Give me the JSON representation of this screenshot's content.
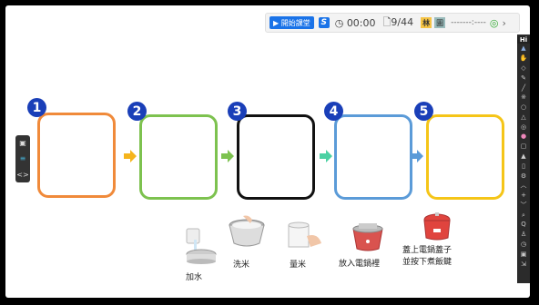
{
  "toolbar": {
    "start_label": "▶ 開始課堂",
    "s_icon": "S",
    "timer": "00:00",
    "page": "9/44",
    "badge1": "林",
    "badge2": "圖",
    "status": "-------:----",
    "wifi_icon": "wifi-icon",
    "chevron": "›"
  },
  "left_tools": [
    "folder-icon",
    "list-icon",
    "code-icon"
  ],
  "right_tools": {
    "top_label": "Hi",
    "items": [
      "pointer",
      "pen",
      "eraser",
      "highlighter",
      "brush",
      "shape",
      "crop",
      "magnify",
      "text",
      "lock",
      "trash",
      "settings",
      "up",
      "add",
      "down",
      "undo",
      "home",
      "user",
      "timer",
      "window",
      "exit"
    ]
  },
  "steps": [
    {
      "number": "1",
      "color": "#f08a3a"
    },
    {
      "number": "2",
      "color": "#7dc24f"
    },
    {
      "number": "3",
      "color": "#111111"
    },
    {
      "number": "4",
      "color": "#5b9bd8"
    },
    {
      "number": "5",
      "color": "#f5c518"
    }
  ],
  "arrows": [
    {
      "color": "#f5b41c"
    },
    {
      "color": "#7dc24f"
    },
    {
      "color": "#7dc24f"
    },
    {
      "color": "#4bd1a3"
    },
    {
      "color": "#5b9bd8"
    }
  ],
  "cards": [
    {
      "label": "加水"
    },
    {
      "label": "洗米"
    },
    {
      "label": "量米"
    },
    {
      "label": "放入電鍋裡"
    },
    {
      "label_line1": "蓋上電鍋蓋子",
      "label_line2": "並按下煮飯鍵"
    }
  ]
}
